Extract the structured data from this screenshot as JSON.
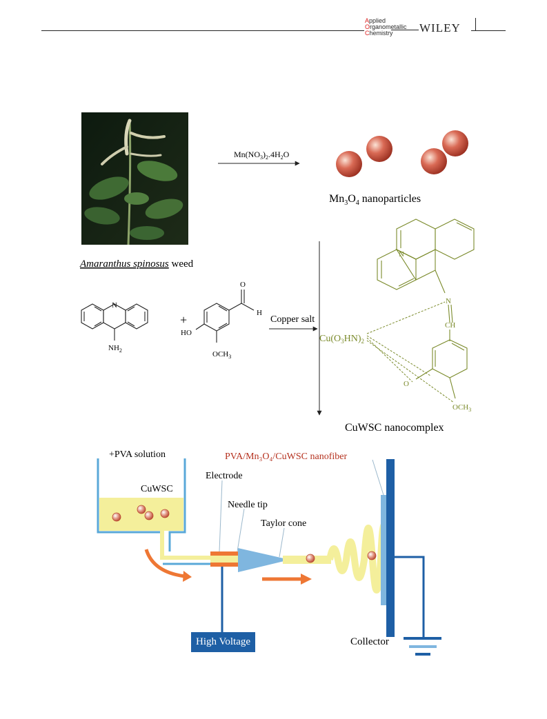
{
  "header": {
    "journal_line1": "Applied",
    "journal_line2": "Organometallic",
    "journal_line3": "Chemistry",
    "publisher": "WILEY"
  },
  "scheme": {
    "reagent_mn": "Mn(NO",
    "reagent_mn_sub1": "3",
    "reagent_mn_mid": ")",
    "reagent_mn_sub2": "2",
    "reagent_mn_end": ".4H",
    "reagent_mn_sub3": "2",
    "reagent_mn_tail": "O",
    "product_mn3o4_a": "Mn",
    "product_mn3o4_sub1": "3",
    "product_mn3o4_b": "O",
    "product_mn3o4_sub2": "4",
    "product_mn3o4_label": " nanoparticles",
    "weed_name": "Amaranthus spinosus",
    "weed_suffix": " weed",
    "plus": "+",
    "copper_salt": "Copper salt",
    "complex_label": "CuWSC nanocomplex",
    "complex_metal": "Cu(O",
    "complex_metal_sub1": "3",
    "complex_metal_mid": "HN)",
    "complex_metal_sub2": "2",
    "atom_N_acridine": "N",
    "atom_NH2": "NH",
    "atom_NH2_sub": "2",
    "atom_O_ald": "O",
    "atom_H_ald": "H",
    "atom_HO": "HO",
    "atom_OCH3": "OCH",
    "atom_OCH3_sub": "3",
    "cx_N_ring": "N",
    "cx_N_imine": "N",
    "cx_CH": "CH",
    "cx_O": "O",
    "cx_OCH3": "OCH",
    "cx_OCH3_sub": "3"
  },
  "electrospinning": {
    "pva_solution": "+PVA solution",
    "cuwsc": "CuWSC",
    "electrode": "Electrode",
    "needle_tip": "Needle tip",
    "taylor_cone": "Taylor cone",
    "nanofiber": "PVA/Mn₃O₄/CuWSC nanofiber",
    "high_voltage": "High Voltage",
    "collector": "Collector"
  },
  "colors": {
    "complex_olive": "#7a8a2a",
    "nanofiber_red": "#b5311e",
    "solution_yellow": "#f4ef9b",
    "container_blue": "#5aa8d8",
    "wire_blue": "#1e5fa5",
    "arrow_orange": "#ee7734",
    "particle": "#c85a48"
  }
}
